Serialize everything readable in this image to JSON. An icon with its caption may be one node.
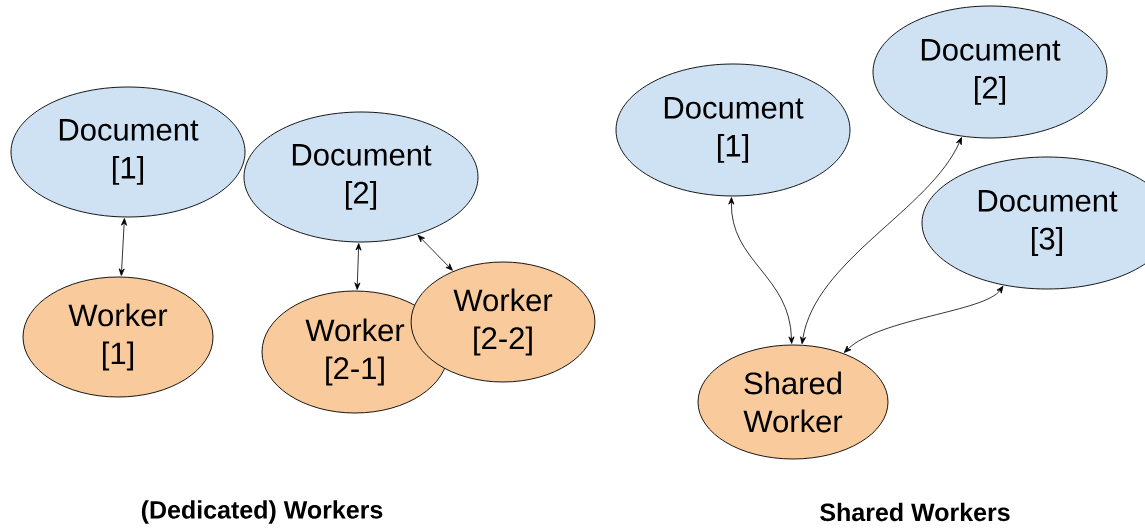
{
  "diagram": {
    "nodes": [
      {
        "text": [
          "Document [1]"
        ]
      },
      {
        "text": [
          "Document [2]"
        ]
      },
      {
        "text": [
          "Worker [1]"
        ]
      },
      {
        "text": [
          "Worker [2-1]"
        ]
      },
      {
        "text": [
          "Worker [2-2]"
        ]
      },
      {
        "text": [
          "Document [1]"
        ]
      },
      {
        "text": [
          "Document [2]"
        ]
      },
      {
        "text": [
          "Document [3]"
        ]
      },
      {
        "text": [
          "Shared Worker"
        ]
      }
    ],
    "edges": [
      {
        "from": 0,
        "to": 2,
        "arrow": "both"
      },
      {
        "from": 1,
        "to": 3,
        "arrow": "both"
      },
      {
        "from": 1,
        "to": 4,
        "arrow": "both"
      },
      {
        "from": 5,
        "to": 8,
        "arrow": "both"
      },
      {
        "from": 6,
        "to": 8,
        "arrow": "both"
      },
      {
        "from": 7,
        "to": 8,
        "arrow": "both"
      }
    ],
    "labels": [
      "(Dedicated) Workers",
      "Shared Workers"
    ]
  }
}
